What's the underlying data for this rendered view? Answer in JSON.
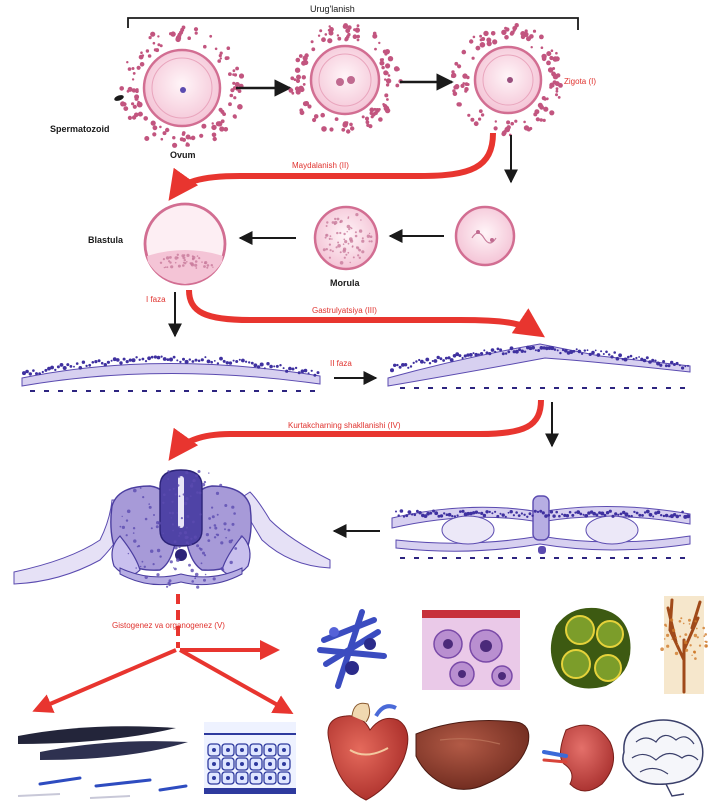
{
  "labels": {
    "urug_top": "Urug'lanish",
    "sperm": "Spermatozoid",
    "ovum": "Ovum",
    "zygote": "Zigota (I)",
    "meroblast": "Maydalanish (II)",
    "blastula": "Blastula",
    "morula": "Morula",
    "phase1": "I faza",
    "gastrulation": "Gastrulyatsiya (III)",
    "phase2": "II faza",
    "axial_org": "Kurtakcharning shakllanishi (IV)",
    "histogenesis": "Gistogenez va organogenez (V)"
  },
  "colors": {
    "arrow_red": "#e8352f",
    "arrow_black": "#1a1a1a",
    "cell_pink": "#e07aa0",
    "cell_fill": "#fbe3ec",
    "tissue_purple": "#5b4bb0",
    "liver": "#8c3a2a",
    "heart": "#c8403a",
    "muscle": "#2b2b3a",
    "glands": "#6a8a22"
  },
  "icons": [
    "sperm-icon",
    "ovum-icon",
    "fertilized-egg-icon",
    "zygote-icon",
    "two-cell-icon",
    "morula-icon",
    "blastula-icon",
    "embryonic-disc-icon",
    "gastrula-icon",
    "neurula-icon",
    "embryo-cross-section-icon",
    "connective-tissue-icon",
    "blood-cells-icon",
    "gland-tissue-icon",
    "vascular-tree-icon",
    "muscle-fiber-icon",
    "epithelium-icon",
    "heart-icon",
    "liver-icon",
    "kidney-icon",
    "brain-icon"
  ]
}
